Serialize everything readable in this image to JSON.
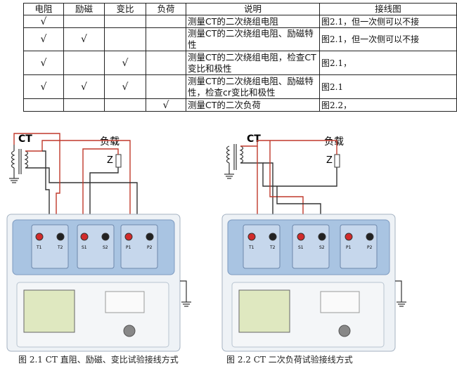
{
  "table": {
    "headers": [
      "电阻",
      "励磁",
      "变比",
      "负荷",
      "说明",
      "接线图"
    ],
    "rows": [
      {
        "checks": [
          "√",
          "",
          "",
          ""
        ],
        "desc": "测量CT的二次绕组电阻",
        "wiring": "图2.1，但一次侧可以不接"
      },
      {
        "checks": [
          "√",
          "√",
          "",
          ""
        ],
        "desc": "测量CT的二次绕组电阻、励磁特性",
        "wiring": "图2.1，但一次侧可以不接"
      },
      {
        "checks": [
          "√",
          "",
          "√",
          ""
        ],
        "desc": "测量CT的二次绕组电阻，检查CT变比和极性",
        "wiring": "图2.1，"
      },
      {
        "checks": [
          "√",
          "√",
          "√",
          ""
        ],
        "desc": "测量CT的二次绕组电阻、励磁特性，检查cr变比和极性",
        "wiring": "图2.1"
      },
      {
        "checks": [
          "",
          "",
          "",
          "√"
        ],
        "desc": "测量CT的二次负荷",
        "wiring": "图2.2，"
      }
    ]
  },
  "figure1": {
    "ct_label": "CT",
    "load_label": "负载",
    "z_label": "Z",
    "caption": "图 2.1    CT 直阻、励磁、变比试验接线方式",
    "terminals": [
      "T1",
      "T2",
      "S1",
      "S2",
      "P1",
      "P2"
    ]
  },
  "figure2": {
    "ct_label": "CT",
    "load_label": "负载",
    "z_label": "Z",
    "caption": "图 2.2    CT 二次负荷试验接线方式",
    "terminals": [
      "T1",
      "T2",
      "S1",
      "S2",
      "P1",
      "P2"
    ]
  },
  "colors": {
    "wire_red": "#c0392b",
    "wire_dark": "#333333",
    "panel_blue": "#a9c4e2",
    "screen_green": "#dfe8c0"
  }
}
